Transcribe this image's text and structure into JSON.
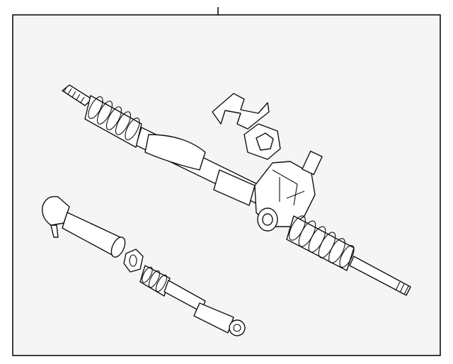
{
  "diagram": {
    "background_color": "#f5f5f5",
    "line_color": "#111111",
    "parts": [
      "steering-rack",
      "left-boot",
      "right-boot",
      "control-valve-housing",
      "mounting-clamp",
      "mounting-bushing",
      "outer-tie-rod-end",
      "jam-nut",
      "inner-tie-rod",
      "tie-rod-boot"
    ]
  }
}
